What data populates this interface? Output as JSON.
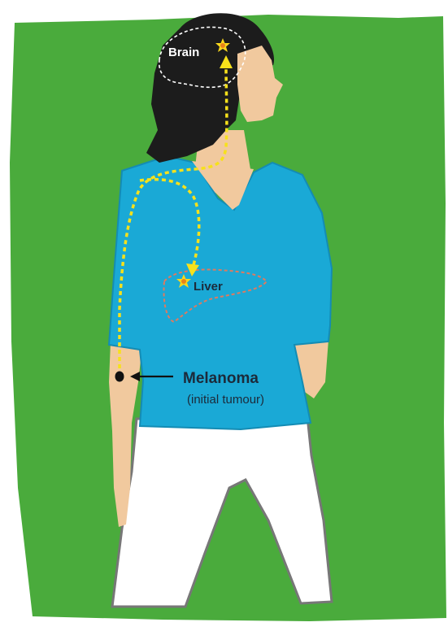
{
  "labels": {
    "brain": "Brain",
    "liver": "Liver",
    "melanoma": "Melanoma",
    "melanoma_note": "(initial tumour)"
  },
  "icons": {
    "metastasis": "starburst-icon",
    "primary_tumour": "dot-icon",
    "pointer": "arrow-left-icon"
  },
  "colors": {
    "background": "#4aab3c",
    "background_edge": "#3d9433",
    "shirt": "#1aa9d6",
    "shirt_shadow": "#148cb4",
    "skin": "#f1c99e",
    "skin_shadow": "#d9a87a",
    "hair": "#1c1c1c",
    "pants": "#ffffff",
    "pants_outline": "#777777",
    "spread_path": "#f7e11b",
    "liver_outline": "#e07a5f",
    "brain_outline": "#ffffff",
    "tumour": "#111111",
    "star": "#f9d71c",
    "star_center": "#e8831b"
  }
}
